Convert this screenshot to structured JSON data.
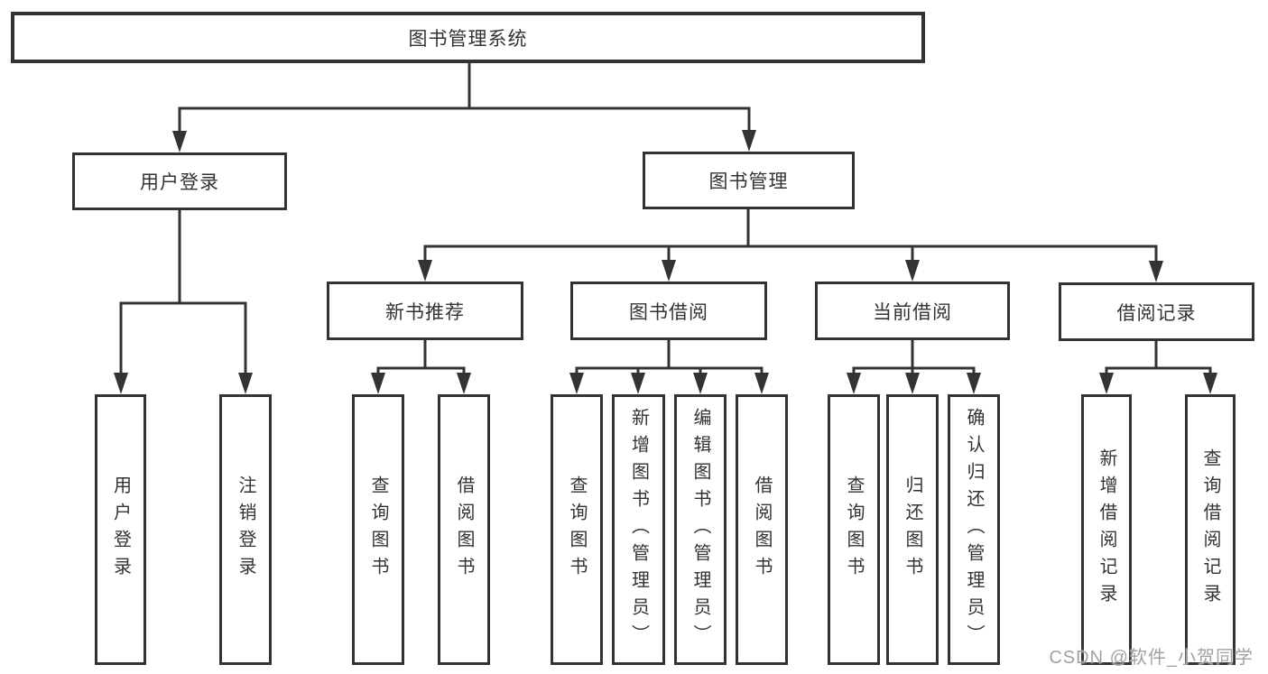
{
  "tree": {
    "root": "图书管理系统",
    "branches": [
      {
        "label": "用户登录",
        "leaves": [
          "用户登录",
          "注销登录"
        ]
      },
      {
        "label": "图书管理",
        "groups": [
          {
            "label": "新书推荐",
            "leaves": [
              "查询图书",
              "借阅图书"
            ]
          },
          {
            "label": "图书借阅",
            "leaves": [
              "查询图书",
              "新增图书（管理员）",
              "编辑图书（管理员）",
              "借阅图书"
            ]
          },
          {
            "label": "当前借阅",
            "leaves": [
              "查询图书",
              "归还图书",
              "确认归还（管理员）"
            ]
          },
          {
            "label": "借阅记录",
            "leaves": [
              "新增借阅记录",
              "查询借阅记录"
            ]
          }
        ]
      }
    ]
  },
  "watermark": "CSDN @软件_小贺同学",
  "colors": {
    "line": "#333333",
    "box_border": "#333333",
    "box_fill": "#ffffff",
    "text": "#333333",
    "watermark": "#a2a2a2"
  }
}
